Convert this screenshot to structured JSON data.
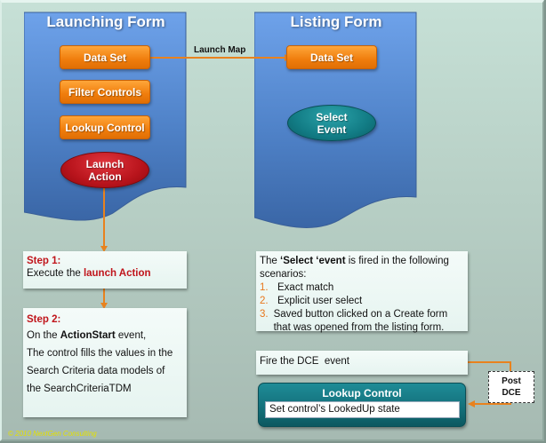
{
  "launching_form": {
    "title": "Launching Form",
    "data_set": "Data Set",
    "filter_controls": "Filter Controls",
    "lookup_control": "Lookup Control",
    "launch_action_line1": "Launch",
    "launch_action_line2": "Action"
  },
  "listing_form": {
    "title": "Listing Form",
    "data_set": "Data Set",
    "select_event_line1": "Select",
    "select_event_line2": "Event"
  },
  "connector": {
    "launch_map": "Launch Map"
  },
  "step1": {
    "label": "Step 1:",
    "text_prefix": "Execute the ",
    "text_highlight": "launch Action"
  },
  "step2": {
    "label": "Step 2:",
    "line1_prefix": "On the ",
    "line1_bold": "ActionStart",
    "line1_suffix": " event,",
    "line2": "The control fills the values in the",
    "line3": "Search Criteria data models of",
    "line4": "the SearchCriteriaTDM"
  },
  "select_note": {
    "intro_prefix": "The ",
    "intro_bold": "‘Select ‘event",
    "intro_suffix": " is fired in the following scenarios:",
    "items": [
      {
        "num": "1.",
        "text": "Exact match"
      },
      {
        "num": "2.",
        "text": "Explicit user select"
      },
      {
        "num": "3.",
        "text": "Saved button clicked on a Create form that was opened from the listing form."
      }
    ]
  },
  "dce_note": {
    "text": "Fire the DCE  event"
  },
  "post_dce": {
    "line1": "Post",
    "line2": "DCE"
  },
  "lookup_panel": {
    "title": "Lookup Control",
    "state_text": "Set control’s LookedUp state"
  },
  "footer": {
    "copyright": "© 2010 NextGen Consulting"
  },
  "colors": {
    "form_blue": "#5b8fd6",
    "orange": "#f07d0c",
    "red": "#c0151b",
    "teal": "#127c85",
    "connector": "#e8821e"
  }
}
